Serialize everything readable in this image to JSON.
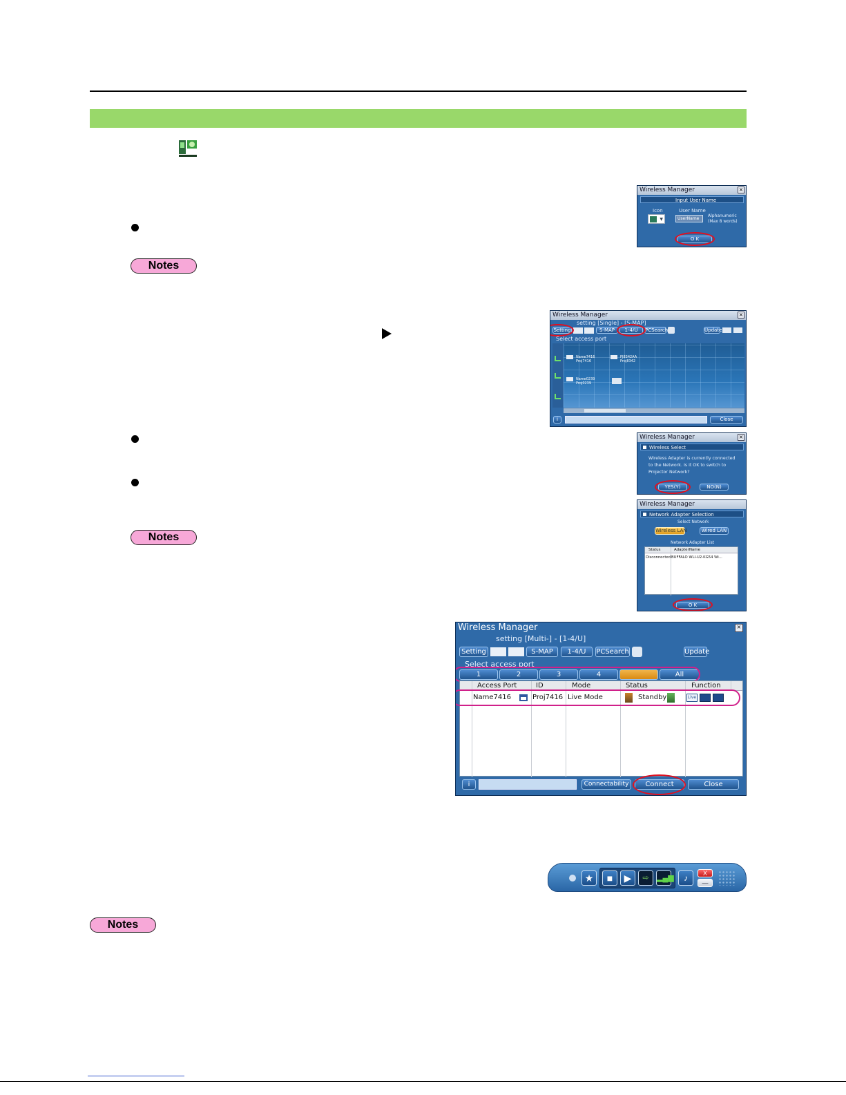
{
  "notes_label": "Notes",
  "dialog_username": {
    "window_title": "Wireless Manager",
    "heading": "Input User Name",
    "icon_label": "Icon",
    "user_name_label": "User Name",
    "user_name_value": "UserName",
    "hint": "Alphanumeric (Max 8 words)",
    "ok_label": "O K"
  },
  "window_smap": {
    "window_title": "Wireless Manager",
    "mode_title": "setting [Single] - [S-MAP]",
    "buttons": {
      "setting": "Setting",
      "smap": "S-MAP",
      "range": "1-4/U",
      "pcsearch": "PCSearch",
      "update": "Update",
      "close": "Close"
    },
    "select_label": "Select access port",
    "nodes": [
      {
        "name": "Name7416",
        "id": "Proj7416"
      },
      {
        "name": "PJ8342AA",
        "id": "Proj8342"
      },
      {
        "name": "Name0239",
        "id": "Proj0239"
      }
    ]
  },
  "dialog_wireless_select": {
    "window_title": "Wireless Manager",
    "heading": "Wireless Select",
    "message": "Wireless Adapter is currently connected to the Network. Is it OK to switch to Projector Network?",
    "yes_label": "YES(Y)",
    "no_label": "NO(N)"
  },
  "dialog_adapter_select": {
    "window_title": "Wireless Manager",
    "heading": "Network Adapter Selection",
    "select_network_label": "Select Network",
    "wireless_lan": "Wireless LAN",
    "wired_lan": "Wired LAN",
    "adapter_list_label": "Network Adapter List",
    "columns": [
      "Status",
      "AdapterName"
    ],
    "rows": [
      [
        "Disconnected",
        "BUFFALO WLI-U2-KG54 Wi..."
      ]
    ],
    "ok_label": "O K"
  },
  "window_multi": {
    "window_title": "Wireless Manager",
    "mode_title": "setting [Multi-] - [1-4/U]",
    "buttons": {
      "setting": "Setting",
      "smap": "S-MAP",
      "range": "1-4/U",
      "pcsearch": "PCSearch",
      "update": "Update",
      "connectability": "Connectability",
      "connect": "Connect",
      "close": "Close",
      "info": "i"
    },
    "select_label": "Select access port",
    "port_tabs": [
      "1",
      "2",
      "3",
      "4",
      "",
      "All"
    ],
    "columns": [
      "Access Port",
      "ID",
      "Mode",
      "Status",
      "Function"
    ],
    "rows": [
      {
        "access_port": "Name7416",
        "id": "Proj7416",
        "mode": "Live Mode",
        "status": "Standby",
        "function_live": "Live"
      }
    ]
  },
  "toolbar": {
    "close_label": "X",
    "min_label": "—"
  }
}
